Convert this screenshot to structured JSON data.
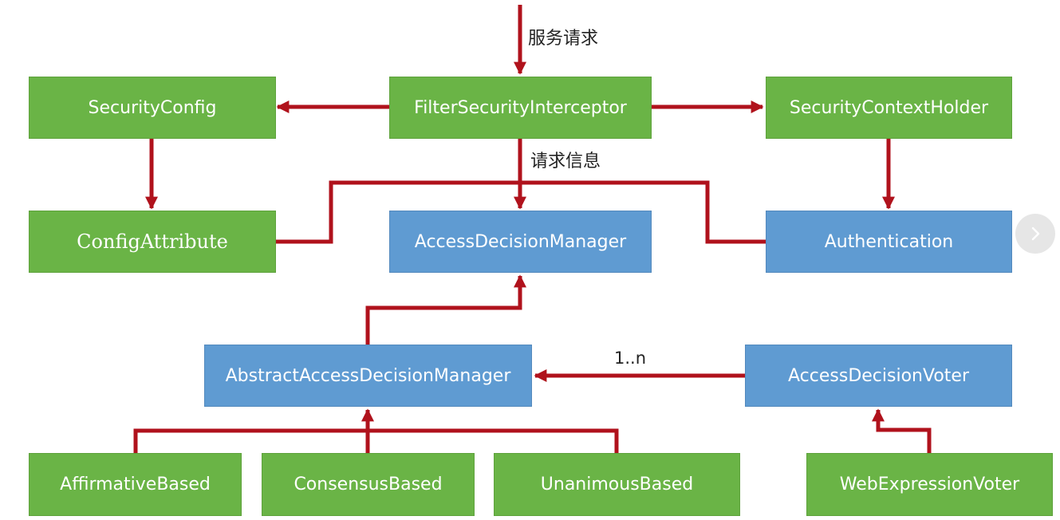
{
  "diagram": {
    "nodes": {
      "security_config": "SecurityConfig",
      "filter_security_interceptor": "FilterSecurityInterceptor",
      "security_context_holder": "SecurityContextHolder",
      "config_attribute": "ConfigAttribute",
      "access_decision_manager": "AccessDecisionManager",
      "authentication": "Authentication",
      "abstract_access_decision_manager": "AbstractAccessDecisionManager",
      "access_decision_voter": "AccessDecisionVoter",
      "affirmative_based": "AffirmativeBased",
      "consensus_based": "ConsensusBased",
      "unanimous_based": "UnanimousBased",
      "web_expression_voter": "WebExpressionVoter"
    },
    "labels": {
      "service_request": "服务请求",
      "request_info": "请求信息",
      "multiplicity": "1..n"
    },
    "colors": {
      "green_node": "#6ab446",
      "blue_node": "#5f9bd2",
      "connector": "#b0121c"
    },
    "icons": {
      "next_slide": "chevron-right-icon"
    }
  }
}
